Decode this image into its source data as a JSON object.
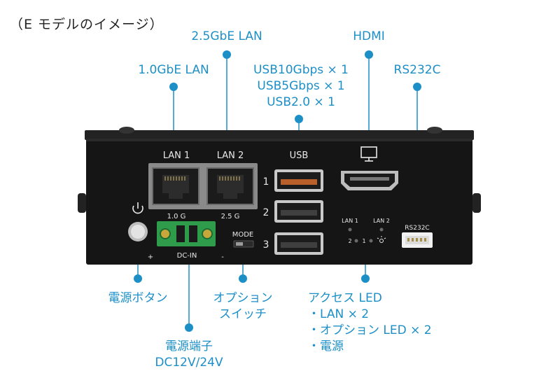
{
  "heading": "（E モデルのイメージ）",
  "callouts": {
    "lan1": "1.0GbE LAN",
    "lan2": "2.5GbE LAN",
    "usb": [
      "USB10Gbps × 1",
      "USB5Gbps × 1",
      "USB2.0 × 1"
    ],
    "hdmi": "HDMI",
    "rs232c": "RS232C",
    "power_button": "電源ボタン",
    "option_switch": [
      "オプション",
      "スイッチ"
    ],
    "access_led": [
      "アクセス LED",
      "・LAN × 2",
      "・オプション LED × 2",
      "・電源"
    ],
    "power_terminal": [
      "電源端子",
      "DC12V/24V"
    ]
  },
  "device": {
    "lan1_label": "LAN 1",
    "lan2_label": "LAN 2",
    "lan1_speed": "1.0 G",
    "lan2_speed": "2.5 G",
    "usb_label": "USB",
    "usb_numbers": [
      "1",
      "2",
      "3"
    ],
    "led_lan1": "LAN 1",
    "led_lan2": "LAN 2",
    "led_num_2": "2",
    "led_num_1": "1",
    "rs232c_label": "RS232C",
    "mode_label": "MODE",
    "dcin_label": "DC-IN",
    "plus": "+",
    "minus": "-"
  },
  "colors": {
    "accent": "#1d8fc7",
    "chassis": "#151515",
    "terminal": "#2e9c4a"
  }
}
